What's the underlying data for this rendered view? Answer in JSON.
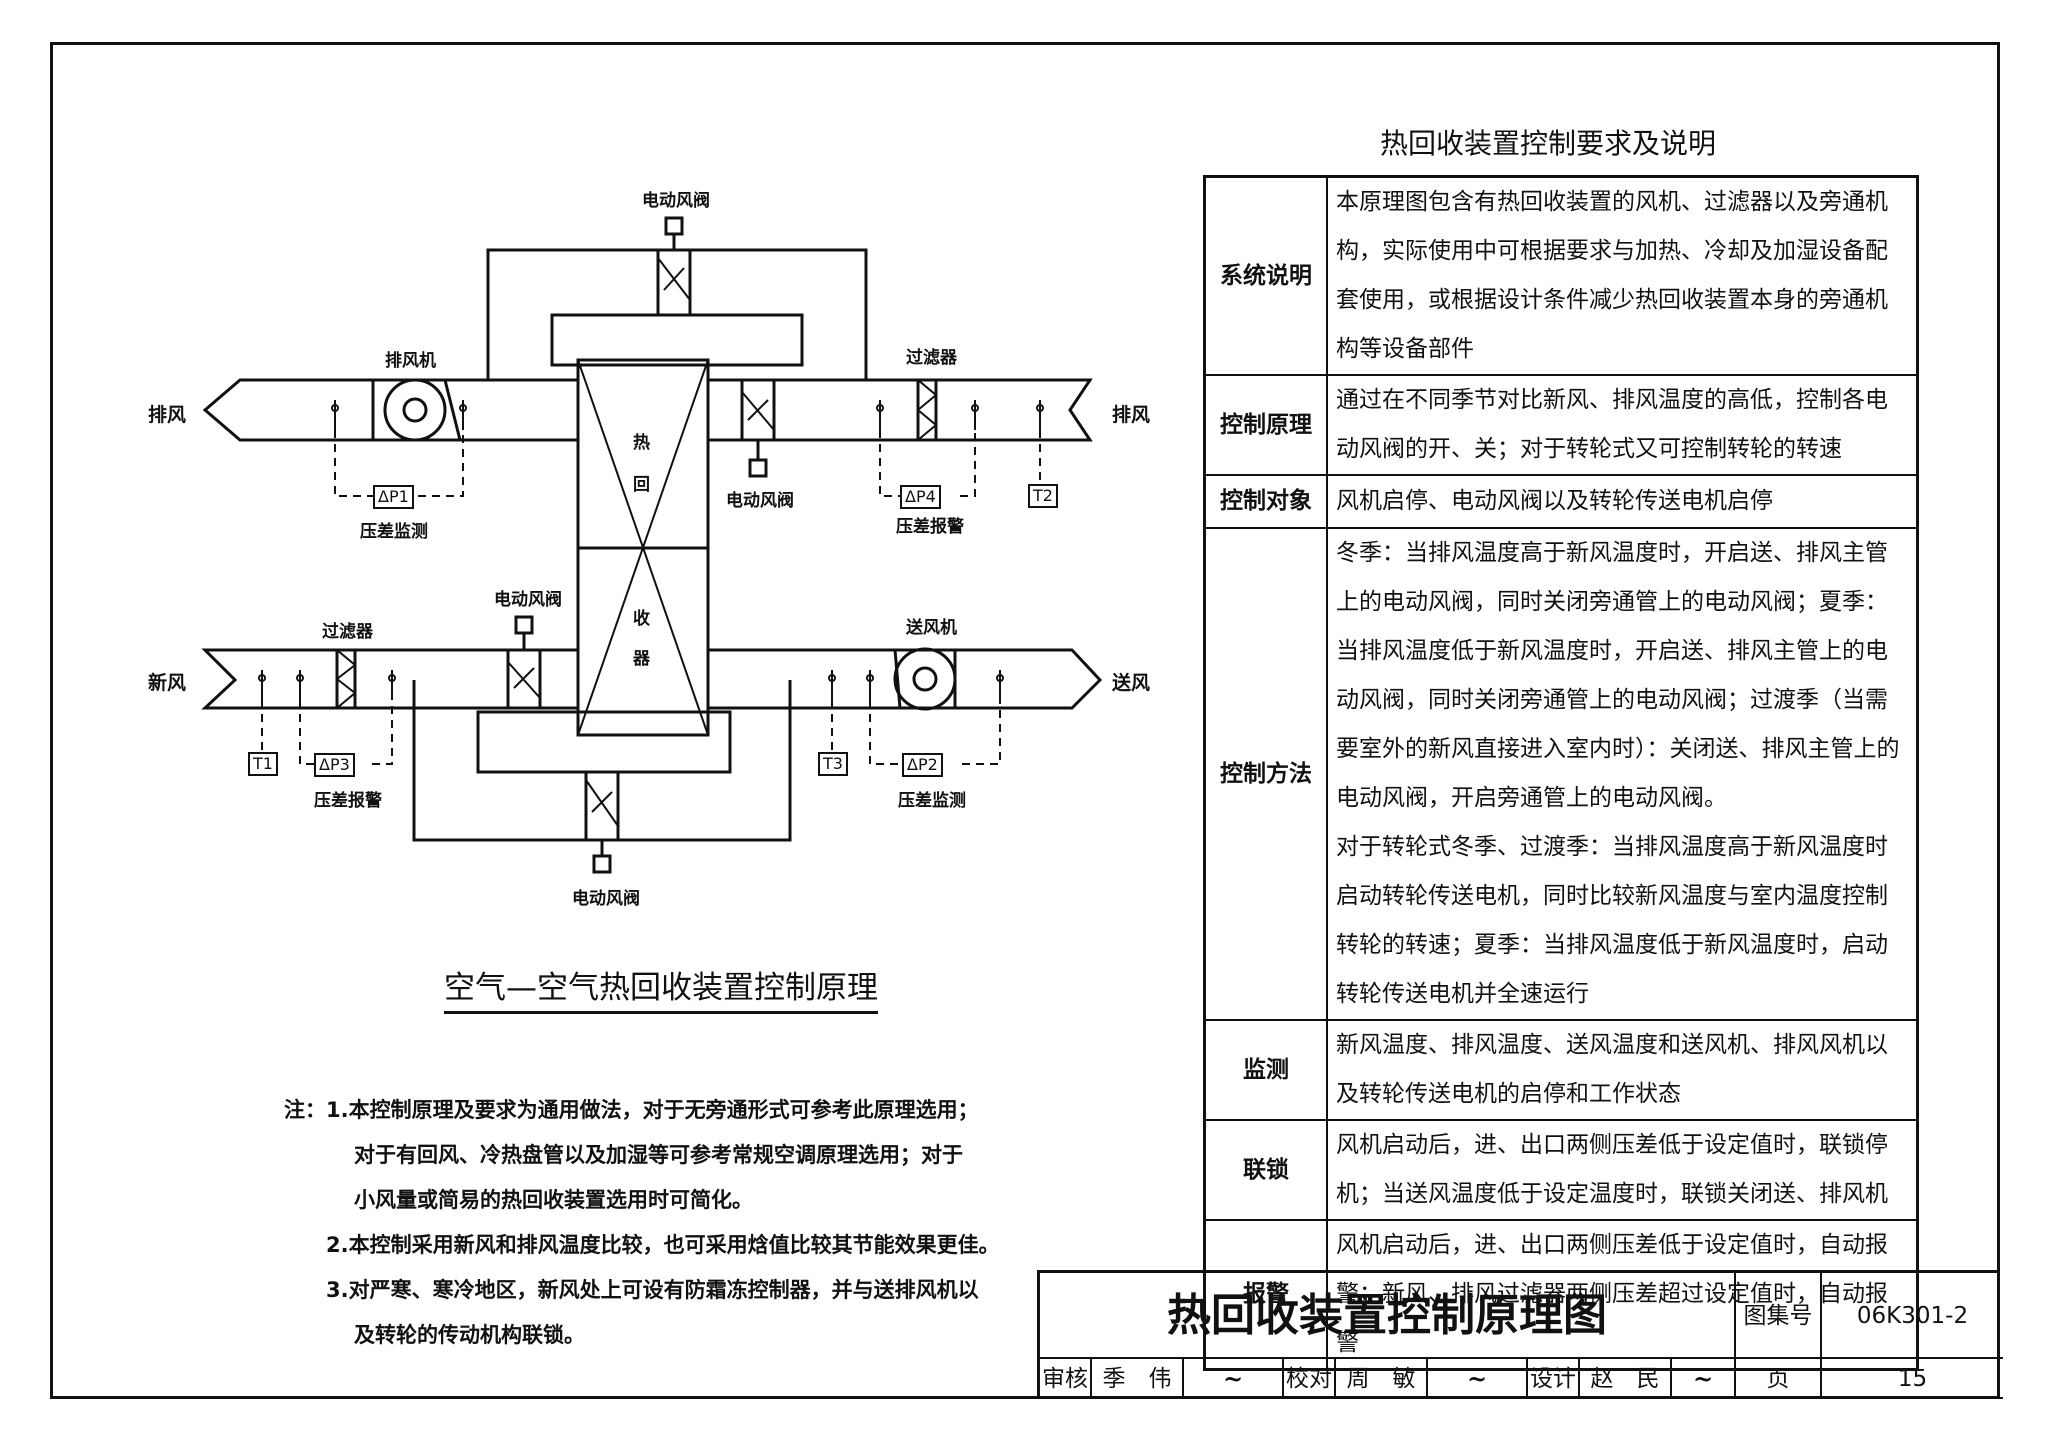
{
  "diagram": {
    "labels": {
      "exhaust_end": "排风",
      "supply_end": "送风",
      "fresh_end": "新风",
      "outlet_end": "排风",
      "exhaust_fan": "排风机",
      "supply_fan": "送风机",
      "filter_top": "过滤器",
      "filter_bottom": "过滤器",
      "valve_top": "电动风阀",
      "valve_mid_upper": "电动风阀",
      "valve_mid_lower": "电动风阀",
      "valve_bottom": "电动风阀",
      "hr_chars": [
        "热",
        "回",
        "收",
        "器"
      ],
      "dp1": "ΔP1",
      "dp2": "ΔP2",
      "dp3": "ΔP3",
      "dp4": "ΔP4",
      "t1": "T1",
      "t2": "T2",
      "t3": "T3",
      "dp1_label": "压差监测",
      "dp2_label": "压差监测",
      "dp3_label": "压差报警",
      "dp4_label": "压差报警"
    },
    "caption": "空气—空气热回收装置控制原理"
  },
  "notes": [
    "注：1.本控制原理及要求为通用做法，对于无旁通形式可参考此原理选用；",
    "对于有回风、冷热盘管以及加湿等可参考常规空调原理选用；对于",
    "小风量或简易的热回收装置选用时可简化。",
    "2.本控制采用新风和排风温度比较，也可采用焓值比较其节能效果更佳。",
    "3.对严寒、寒冷地区，新风处上可设有防霜冻控制器，并与送排风机以",
    "及转轮的传动机构联锁。"
  ],
  "table": {
    "title": "热回收装置控制要求及说明",
    "rows": [
      {
        "key": "系统说明",
        "value": "本原理图包含有热回收装置的风机、过滤器以及旁通机构，实际使用中可根据要求与加热、冷却及加湿设备配套使用，或根据设计条件减少热回收装置本身的旁通机构等设备部件"
      },
      {
        "key": "控制原理",
        "value": "通过在不同季节对比新风、排风温度的高低，控制各电动风阀的开、关；对于转轮式又可控制转轮的转速"
      },
      {
        "key": "控制对象",
        "value": "风机启停、电动风阀以及转轮传送电机启停"
      },
      {
        "key": "控制方法",
        "value": "冬季：当排风温度高于新风温度时，开启送、排风主管上的电动风阀，同时关闭旁通管上的电动风阀；夏季：当排风温度低于新风温度时，开启送、排风主管上的电动风阀，同时关闭旁通管上的电动风阀；过渡季（当需要室外的新风直接进入室内时）：关闭送、排风主管上的电动风阀，开启旁通管上的电动风阀。",
        "value2": "对于转轮式冬季、过渡季：当排风温度高于新风温度时启动转轮传送电机，同时比较新风温度与室内温度控制转轮的转速；夏季：当排风温度低于新风温度时，启动转轮传送电机并全速运行"
      },
      {
        "key": "监测",
        "value": "新风温度、排风温度、送风温度和送风机、排风风机以及转轮传送电机的启停和工作状态"
      },
      {
        "key": "联锁",
        "value": "风机启动后，进、出口两侧压差低于设定值时，联锁停机；当送风温度低于设定温度时，联锁关闭送、排风机"
      },
      {
        "key": "报警",
        "value": "风机启动后，进、出口两侧压差低于设定值时，自动报警；新风、排风过滤器两侧压差超过设定值时，自动报警"
      }
    ]
  },
  "title_block": {
    "drawing_title": "热回收装置控制原理图",
    "atlas_label": "图集号",
    "atlas_no": "06K301-2",
    "review_label": "审核",
    "review_name": "季　伟",
    "check_label": "校对",
    "check_name": "周　敏",
    "design_label": "设计",
    "design_name": "赵　民",
    "page_label": "页",
    "page_no": "15"
  }
}
